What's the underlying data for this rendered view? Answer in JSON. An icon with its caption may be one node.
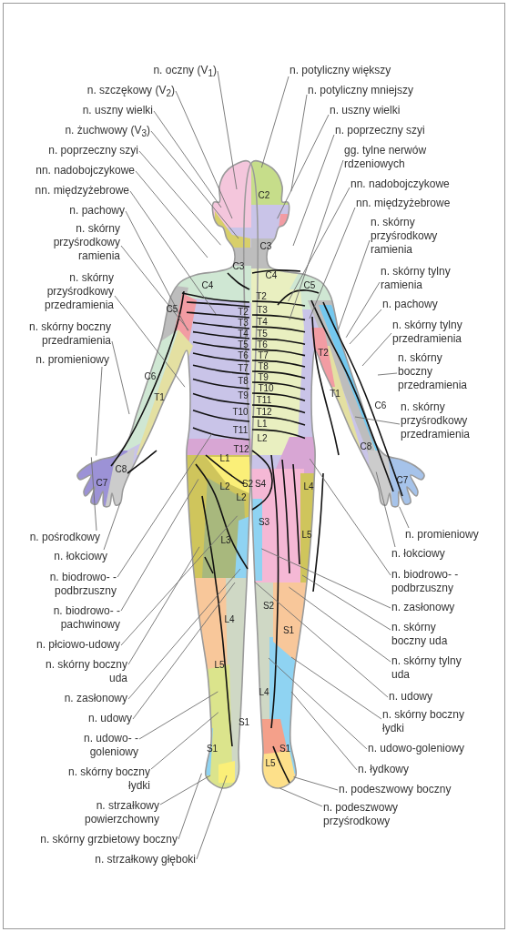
{
  "diagram": {
    "nodes": [
      {
        "text": [
          "n. oczny (V$_{1}$)"
        ]
      },
      {
        "text": [
          "n. szczękowy (V$_{2}$)"
        ]
      },
      {
        "text": [
          "n. uszny wielki"
        ]
      },
      {
        "text": [
          "n. żuchwowy (V$_{3}$)"
        ]
      },
      {
        "text": [
          "n. poprzeczny szyi"
        ]
      },
      {
        "text": [
          "nn. nadobojczykowe"
        ]
      },
      {
        "text": [
          "nn. międzyżebrowe"
        ]
      },
      {
        "text": [
          "n. pachowy"
        ]
      },
      {
        "text": [
          "n. skórny przyśrodkowy ramienia"
        ]
      },
      {
        "text": [
          "n. skórny przyśrodkowy przedramienia"
        ]
      },
      {
        "text": [
          "n. skórny boczny przedramienia"
        ]
      },
      {
        "text": [
          "n. promieniowy"
        ]
      },
      {
        "text": [
          "n. pośrodkowy"
        ]
      },
      {
        "text": [
          "n. łokciowy"
        ]
      },
      {
        "text": [
          "n. biodrowo- -podbrzuszny"
        ]
      },
      {
        "text": [
          "n. biodrowo- -pachwinowy"
        ]
      },
      {
        "text": [
          "n. płciowo-udowy"
        ]
      },
      {
        "text": [
          "n. skórny boczny uda"
        ]
      },
      {
        "text": [
          "n. zasłonowy"
        ]
      },
      {
        "text": [
          "n. udowy"
        ]
      },
      {
        "text": [
          "n. udowo- -goleniowy"
        ]
      },
      {
        "text": [
          "n. skórny boczny łydki"
        ]
      },
      {
        "text": [
          "n. strzałkowy powierzchowny"
        ]
      },
      {
        "text": [
          "n. skórny grzbietowy boczny"
        ]
      },
      {
        "text": [
          "n. strzałkowy głęboki"
        ]
      },
      {
        "text": [
          "n. potyliczny większy"
        ]
      },
      {
        "text": [
          "n. potyliczny mniejszy"
        ]
      },
      {
        "text": [
          "n. uszny wielki"
        ]
      },
      {
        "text": [
          "n. poprzeczny szyi"
        ]
      },
      {
        "text": [
          "gg. tylne nerwów rdzeniowych"
        ]
      },
      {
        "text": [
          "nn. nadobojczykowe"
        ]
      },
      {
        "text": [
          "nn. międzyżebrowe"
        ]
      },
      {
        "text": [
          "n. skórny przyśrodkowy ramienia"
        ]
      },
      {
        "text": [
          "n. skórny tylny ramienia"
        ]
      },
      {
        "text": [
          "n. pachowy"
        ]
      },
      {
        "text": [
          "n. skórny tylny przedramienia"
        ]
      },
      {
        "text": [
          "n. skórny boczny przedramienia"
        ]
      },
      {
        "text": [
          "n. skórny przyśrodkowy przedramienia"
        ]
      },
      {
        "text": [
          "n. promieniowy"
        ]
      },
      {
        "text": [
          "n. łokciowy"
        ]
      },
      {
        "text": [
          "n. biodrowo- -podbrzuszny"
        ]
      },
      {
        "text": [
          "n. zasłonowy"
        ]
      },
      {
        "text": [
          "n. skórny boczny uda"
        ]
      },
      {
        "text": [
          "n. skórny tylny uda"
        ]
      },
      {
        "text": [
          "n. udowy"
        ]
      },
      {
        "text": [
          "n. skórny boczny łydki"
        ]
      },
      {
        "text": [
          "n. udowo-goleniowy"
        ]
      },
      {
        "text": [
          "n. łydkowy"
        ]
      },
      {
        "text": [
          "n. podeszwowy boczny"
        ]
      },
      {
        "text": [
          "n. podeszwowy przyśrodkowy"
        ]
      }
    ],
    "edges": [
      {
        "from": 0,
        "to": null,
        "arrow": "none"
      },
      {
        "from": 1,
        "to": null,
        "arrow": "none"
      },
      {
        "from": 2,
        "to": null,
        "arrow": "none"
      },
      {
        "from": 3,
        "to": null,
        "arrow": "none"
      },
      {
        "from": 4,
        "to": null,
        "arrow": "none"
      },
      {
        "from": 5,
        "to": null,
        "arrow": "none"
      },
      {
        "from": 6,
        "to": null,
        "arrow": "none"
      },
      {
        "from": 7,
        "to": null,
        "arrow": "none"
      },
      {
        "from": 8,
        "to": null,
        "arrow": "none"
      },
      {
        "from": 9,
        "to": null,
        "arrow": "none"
      },
      {
        "from": 10,
        "to": null,
        "arrow": "none"
      },
      {
        "from": 11,
        "to": null,
        "arrow": "none"
      },
      {
        "from": 12,
        "to": null,
        "arrow": "none"
      },
      {
        "from": 13,
        "to": null,
        "arrow": "none"
      },
      {
        "from": 14,
        "to": null,
        "arrow": "none"
      },
      {
        "from": 15,
        "to": null,
        "arrow": "none"
      },
      {
        "from": 16,
        "to": null,
        "arrow": "none"
      },
      {
        "from": 17,
        "to": null,
        "arrow": "none"
      },
      {
        "from": 18,
        "to": null,
        "arrow": "none"
      },
      {
        "from": 19,
        "to": null,
        "arrow": "none"
      },
      {
        "from": 20,
        "to": null,
        "arrow": "none"
      },
      {
        "from": 21,
        "to": null,
        "arrow": "none"
      },
      {
        "from": 22,
        "to": null,
        "arrow": "none"
      },
      {
        "from": 23,
        "to": null,
        "arrow": "none"
      },
      {
        "from": 24,
        "to": null,
        "arrow": "none"
      },
      {
        "from": 25,
        "to": null,
        "arrow": "none"
      },
      {
        "from": 26,
        "to": null,
        "arrow": "none"
      },
      {
        "from": 27,
        "to": null,
        "arrow": "none"
      },
      {
        "from": 28,
        "to": null,
        "arrow": "none"
      },
      {
        "from": 29,
        "to": null,
        "arrow": "none"
      },
      {
        "from": 30,
        "to": null,
        "arrow": "none"
      },
      {
        "from": 31,
        "to": null,
        "arrow": "none"
      },
      {
        "from": 32,
        "to": null,
        "arrow": "none"
      },
      {
        "from": 33,
        "to": null,
        "arrow": "none"
      },
      {
        "from": 34,
        "to": null,
        "arrow": "none"
      },
      {
        "from": 35,
        "to": null,
        "arrow": "none"
      },
      {
        "from": 36,
        "to": null,
        "arrow": "none"
      },
      {
        "from": 37,
        "to": null,
        "arrow": "none"
      },
      {
        "from": 38,
        "to": null,
        "arrow": "none"
      },
      {
        "from": 39,
        "to": null,
        "arrow": "none"
      },
      {
        "from": 40,
        "to": null,
        "arrow": "none"
      },
      {
        "from": 41,
        "to": null,
        "arrow": "none"
      },
      {
        "from": 42,
        "to": null,
        "arrow": "none"
      },
      {
        "from": 43,
        "to": null,
        "arrow": "none"
      },
      {
        "from": 44,
        "to": null,
        "arrow": "none"
      },
      {
        "from": 45,
        "to": null,
        "arrow": "none"
      },
      {
        "from": 46,
        "to": null,
        "arrow": "none"
      },
      {
        "from": 47,
        "to": null,
        "arrow": "none"
      },
      {
        "from": 48,
        "to": null,
        "arrow": "none"
      },
      {
        "from": 49,
        "to": null,
        "arrow": "none"
      }
    ],
    "labels": [
      "C3",
      "C4",
      "C5",
      "T2",
      "T3",
      "T4",
      "T5",
      "T6",
      "T7",
      "T8",
      "T9",
      "C6",
      "T1",
      "T10",
      "T11",
      "T12",
      "L1",
      "C8",
      "C7",
      "L2",
      "S2",
      "L2",
      "L3",
      "L4",
      "L5",
      "S1",
      "S1",
      "C2",
      "C3",
      "C4",
      "C5",
      "T2",
      "T3",
      "T4",
      "T5",
      "T6",
      "T7",
      "T8",
      "T9",
      "T10",
      "T11",
      "T12",
      "L1",
      "L2",
      "T2",
      "T1",
      "C6",
      "C8",
      "C7",
      "S4",
      "L4",
      "S3",
      "L5",
      "S2",
      "S1",
      "L4",
      "S1",
      "L5"
    ]
  }
}
